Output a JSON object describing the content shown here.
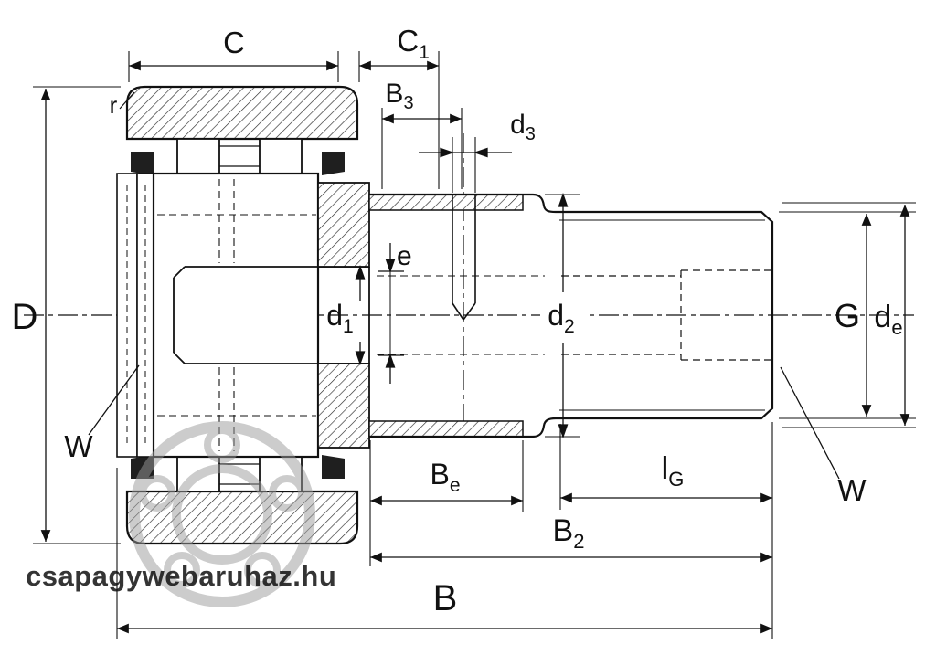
{
  "labels": {
    "C": {
      "main": "C",
      "sub": ""
    },
    "C1": {
      "main": "C",
      "sub": "1"
    },
    "B3": {
      "main": "B",
      "sub": "3"
    },
    "d3": {
      "main": "d",
      "sub": "3"
    },
    "r": {
      "main": "r",
      "sub": ""
    },
    "D": {
      "main": "D",
      "sub": ""
    },
    "e": {
      "main": "e",
      "sub": ""
    },
    "d1": {
      "main": "d",
      "sub": "1"
    },
    "d2": {
      "main": "d",
      "sub": "2"
    },
    "G": {
      "main": "G",
      "sub": ""
    },
    "de": {
      "main": "d",
      "sub": "e"
    },
    "W_left": {
      "main": "W",
      "sub": ""
    },
    "W_right": {
      "main": "W",
      "sub": ""
    },
    "Be": {
      "main": "B",
      "sub": "e"
    },
    "lG": {
      "main": "l",
      "sub": "G"
    },
    "B2": {
      "main": "B",
      "sub": "2"
    },
    "B": {
      "main": "B",
      "sub": ""
    }
  },
  "watermark": {
    "text": "csapagywebaruhaz.hu"
  },
  "colors": {
    "line": "#111111",
    "watermark": "#9b9b9b",
    "seal": "#1f1f1f"
  }
}
